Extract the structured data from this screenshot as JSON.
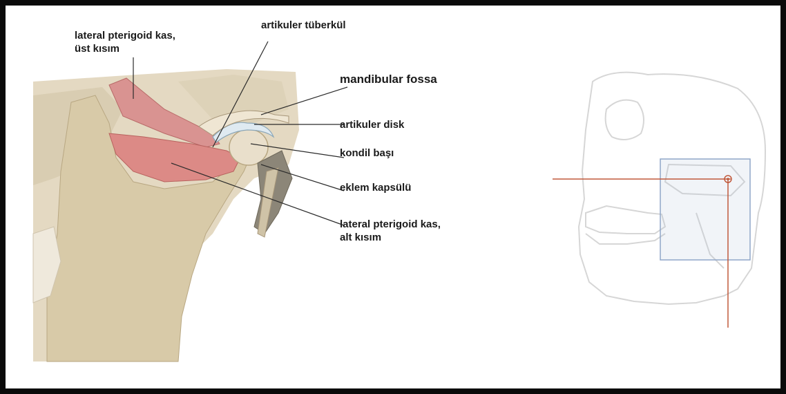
{
  "labels": {
    "lateral_pterygoid_upper": [
      "lateral pterigoid kas,",
      "üst kısım"
    ],
    "articular_tubercle": "artikuler tüberkül",
    "mandibular_fossa": "mandibular fossa",
    "articular_disc": "artikuler disk",
    "condyle_head": "kondil başı",
    "joint_capsule": "eklem kapsülü",
    "lateral_pterygoid_lower": [
      "lateral pterigoid kas,",
      "alt kısım"
    ]
  },
  "colors": {
    "frame": "#0a0a0a",
    "bone": "#e2d7bf",
    "bone_dark": "#c8b998",
    "muscle": "#d88e8c",
    "disc": "#d8e7f0",
    "leader_line": "#2a2a2a",
    "pointer_line": "#c0583a",
    "inset_box": "#8fa6c8",
    "skull_outline": "#d6d6d6"
  }
}
